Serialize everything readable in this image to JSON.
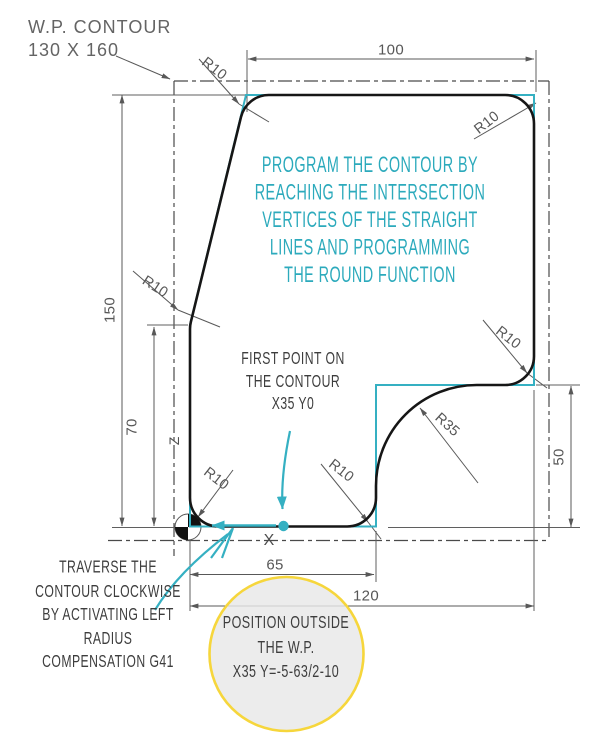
{
  "title": {
    "line1": "W.P. CONTOUR",
    "line2": "130 X 160"
  },
  "dimensions": {
    "top_width": "100",
    "overall_height": "150",
    "left_lower_height": "70",
    "right_step_height": "50",
    "bottom_first": "65",
    "bottom_total": "120"
  },
  "callouts": {
    "r10_top_left": "R10",
    "r10_top_right": "R10",
    "r10_left_mid": "R10",
    "r10_step": "R10",
    "r10_bottom_mid": "R10",
    "r10_bottom_left": "R10",
    "r35": "R35"
  },
  "axes": {
    "x": "X",
    "z": "Z"
  },
  "notes": {
    "program": {
      "l1": "PROGRAM THE CONTOUR BY",
      "l2": "REACHING THE INTERSECTION",
      "l3": "VERTICES OF THE STRAIGHT",
      "l4": "LINES AND PROGRAMMING",
      "l5": "THE ROUND FUNCTION"
    },
    "first_point": {
      "l1": "FIRST POINT ON",
      "l2": "THE CONTOUR",
      "l3": "X35 Y0"
    },
    "traverse": {
      "l1": "TRAVERSE THE",
      "l2": "CONTOUR CLOCKWISE",
      "l3": "BY ACTIVATING LEFT",
      "l4": "RADIUS",
      "l5": "COMPENSATION G41"
    },
    "position": {
      "l1": "POSITION OUTSIDE",
      "l2": "THE W.P.",
      "l3": "X35 Y=-5-63/2-10"
    }
  },
  "colors": {
    "contour_teal": "#35b0c2",
    "note_teal": "#2caabc",
    "highlight_yellow": "#f6d63c",
    "line_gray": "#585858",
    "contour_black": "#161616"
  }
}
